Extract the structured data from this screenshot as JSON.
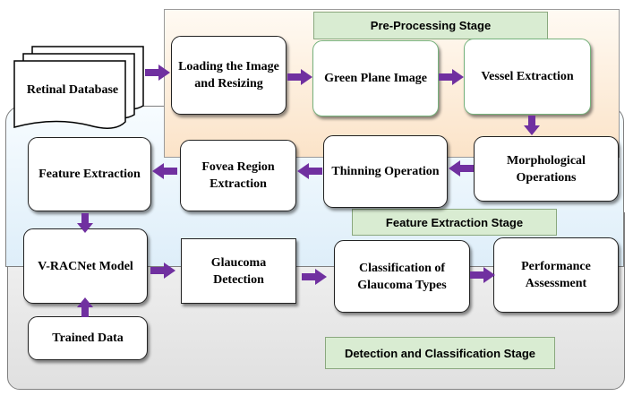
{
  "stages": {
    "pre_processing": "Pre-Processing Stage",
    "feature_extraction": "Feature Extraction Stage",
    "detection_classification": "Detection and Classification Stage"
  },
  "nodes": {
    "retinal_database": "Retinal Database",
    "loading": "Loading the Image and Resizing",
    "green_plane": "Green Plane Image",
    "vessel": "Vessel Extraction",
    "morphological": "Morphological Operations",
    "thinning": "Thinning Operation",
    "fovea": "Fovea Region Extraction",
    "feature": "Feature Extraction",
    "vracnet": "V-RACNet Model",
    "trained": "Trained Data",
    "glaucoma_detection": "Glaucoma Detection",
    "classification": "Classification of Glaucoma Types",
    "performance": "Performance Assessment"
  },
  "colors": {
    "arrow": "#7030a0",
    "stage_label_bg": "#d9ecd2",
    "pre_region": "#fbe3c8",
    "feature_region": "#deeef9",
    "detection_region": "#e0e0e0"
  }
}
